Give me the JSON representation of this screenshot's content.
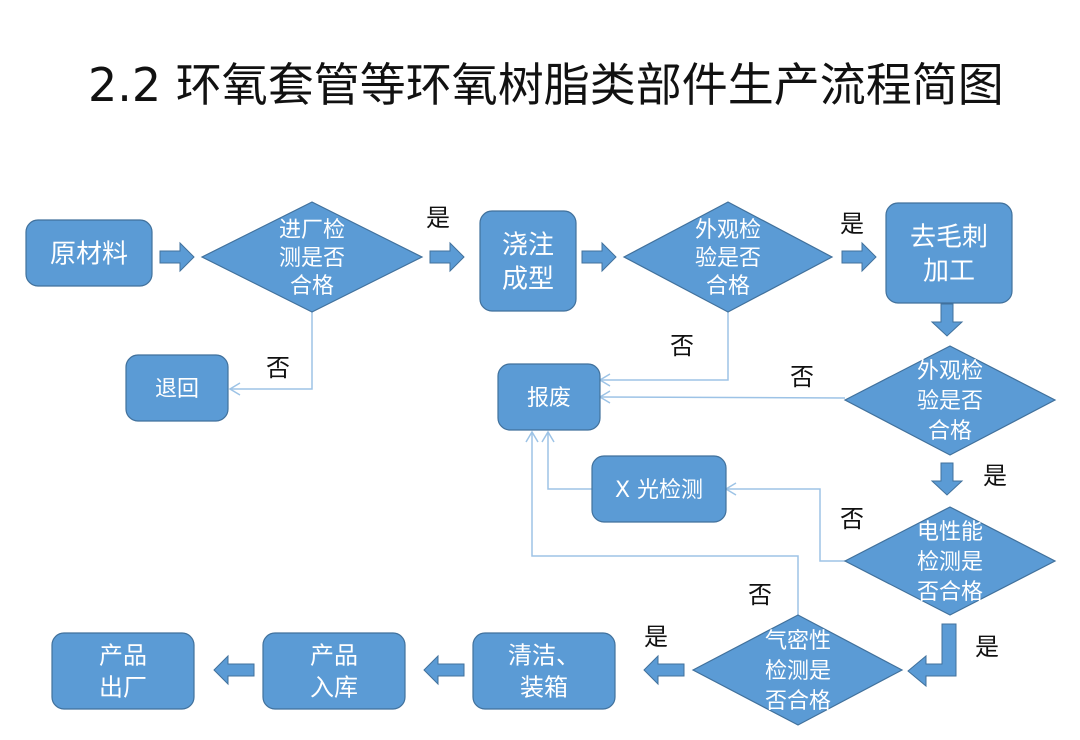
{
  "title": "2.2 环氧套管等环氧树脂类部件生产流程简图",
  "colors": {
    "node_fill": "#5b9bd5",
    "node_stroke": "#41719c",
    "connector": "#9dc3e6",
    "label": "#111111"
  },
  "nodes": {
    "raw_material": [
      "原材料"
    ],
    "incoming_check": [
      "进厂检",
      "测是否",
      "合格"
    ],
    "return": [
      "退回"
    ],
    "casting": [
      "浇注",
      "成型"
    ],
    "visual_check_1": [
      "外观检",
      "验是否",
      "合格"
    ],
    "deburr": [
      "去毛刺",
      "加工"
    ],
    "scrap": [
      "报废"
    ],
    "visual_check_2": [
      "外观检",
      "验是否",
      "合格"
    ],
    "xray": [
      "X 光检测"
    ],
    "electrical_check": [
      "电性能",
      "检测是",
      "否合格"
    ],
    "airtight_check": [
      "气密性",
      "检测是",
      "否合格"
    ],
    "clean_pack": [
      "清洁、",
      "装箱"
    ],
    "warehouse": [
      "产品",
      "入库"
    ],
    "ship": [
      "产品",
      "出厂"
    ]
  },
  "labels": {
    "yes": "是",
    "no": "否"
  }
}
